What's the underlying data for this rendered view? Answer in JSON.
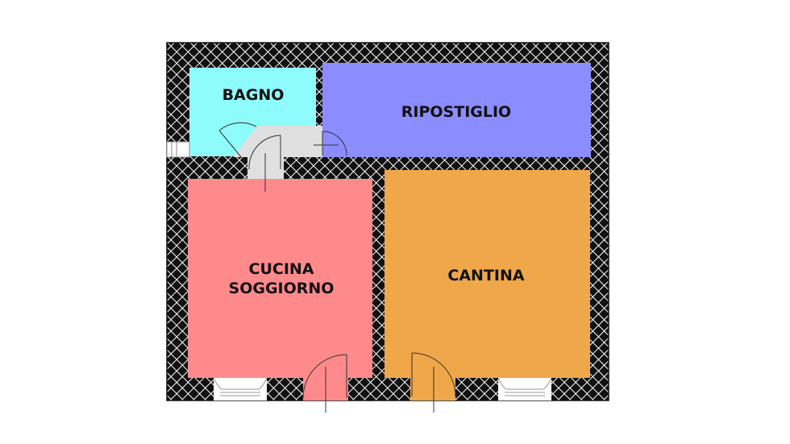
{
  "floorplan": {
    "rooms": {
      "bagno": {
        "label": "BAGNO",
        "color": "#8ffcfc"
      },
      "ripostiglio": {
        "label": "RIPOSTIGLIO",
        "color": "#8b8cff"
      },
      "cucina": {
        "label_line1": "CUCINA",
        "label_line2": "SOGGIORNO",
        "color": "#ff8a8c"
      },
      "cantina": {
        "label": "CANTINA",
        "color": "#f0a74a"
      },
      "corridoio": {
        "color": "#e0e0e0"
      }
    },
    "wall_colors": {
      "fill": "#111111",
      "hatch": "#ffffff"
    }
  }
}
